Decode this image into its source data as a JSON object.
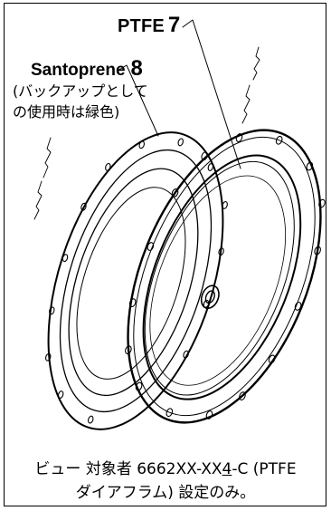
{
  "labels": {
    "ptfe_name": "PTFE",
    "ptfe_num": "7",
    "santoprene_name": "Santoprene",
    "santoprene_num": "8",
    "santoprene_note": "(バックアップとしての使用時は緑色)"
  },
  "caption": {
    "line1_prefix": "ビュー 対象者 6662XX-XX",
    "line1_underlined": "4",
    "line1_suffix": "-C (PTFE",
    "line2": "ダイアフラム) 設定のみ。"
  },
  "colors": {
    "ink": "#000000",
    "background": "#ffffff"
  }
}
